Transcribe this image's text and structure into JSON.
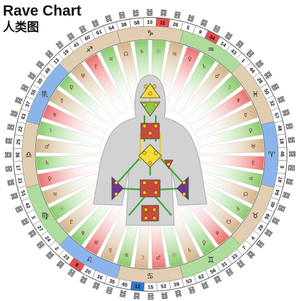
{
  "title": {
    "english": "Rave Chart",
    "chinese": "人类图"
  },
  "colors": {
    "tan": "#c8a470",
    "green": "#6cc04a",
    "blue": "#2b78d8",
    "red": "#e85050",
    "white": "#ffffff",
    "ring_dark": "#222222",
    "body_gray": "#d2d2d2",
    "center_yellow": "#f0dc3c",
    "center_green": "#8fc646",
    "center_red": "#c84a3a",
    "center_purple": "#6a3a8a",
    "channel_green": "#3aa83a",
    "channel_yellow": "#e6c830"
  },
  "zodiac_signs": [
    {
      "glyph": "♑",
      "name": "capricorn"
    },
    {
      "glyph": "♒",
      "name": "aquarius"
    },
    {
      "glyph": "♓",
      "name": "pisces"
    },
    {
      "glyph": "♈",
      "name": "aries"
    },
    {
      "glyph": "♉",
      "name": "taurus"
    },
    {
      "glyph": "♊",
      "name": "gemini"
    },
    {
      "glyph": "♋",
      "name": "cancer"
    },
    {
      "glyph": "♌",
      "name": "leo"
    },
    {
      "glyph": "♍",
      "name": "virgo"
    },
    {
      "glyph": "♎",
      "name": "libra"
    },
    {
      "glyph": "♏",
      "name": "scorpio"
    },
    {
      "glyph": "♐",
      "name": "sagittarius"
    }
  ],
  "gate_ring": [
    "10",
    "11",
    "26",
    "5",
    "9",
    "34",
    "14",
    "43",
    "1",
    "44",
    "28",
    "50",
    "32",
    "57",
    "48",
    "18",
    "46",
    "6",
    "47",
    "64",
    "40",
    "59",
    "29",
    "4",
    "7",
    "33",
    "31",
    "56",
    "62",
    "53",
    "39",
    "52",
    "15",
    "12",
    "45",
    "35",
    "16",
    "20",
    "8",
    "23",
    "2",
    "24",
    "27",
    "3",
    "42",
    "51",
    "21",
    "17",
    "36",
    "25",
    "22",
    "63",
    "37",
    "55",
    "30",
    "49",
    "13",
    "19",
    "41",
    "60",
    "61",
    "54",
    "38",
    "58"
  ],
  "planet_glyphs": [
    "☉",
    "♃",
    "♀",
    "♄",
    "♂",
    "☽",
    "♆",
    "☿",
    "♀",
    "♅",
    "♇",
    "♃",
    "☊",
    "♄",
    "☋",
    "♆",
    "♀",
    "♄",
    "☉",
    "♂",
    "☽",
    "♃",
    "☿",
    "♅",
    "♆",
    "♇"
  ]
}
